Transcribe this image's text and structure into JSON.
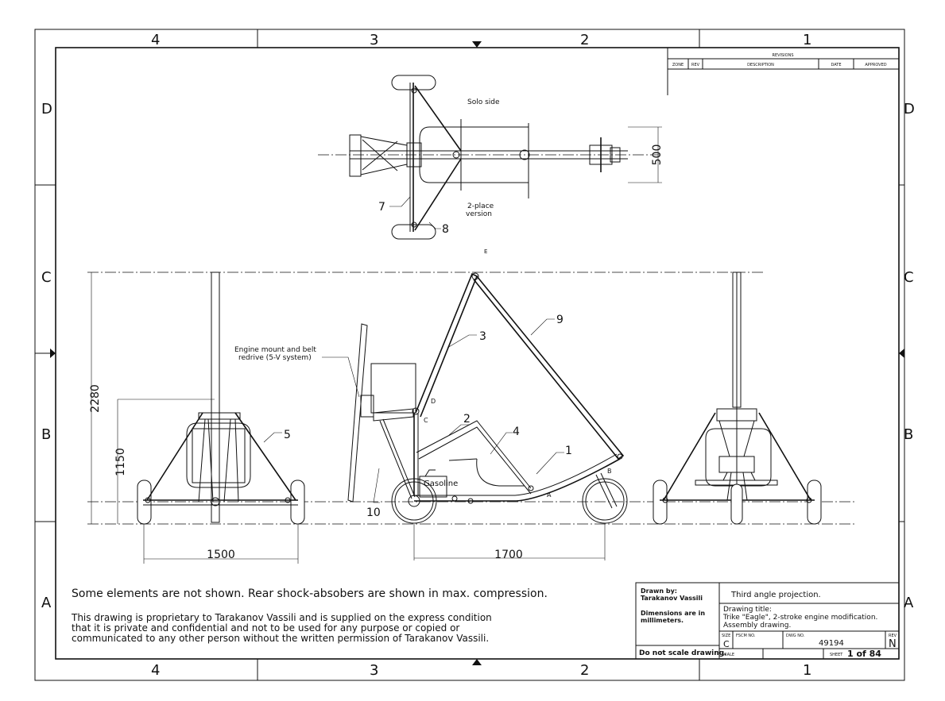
{
  "frame": {
    "top_zones": [
      "4",
      "3",
      "2",
      "1"
    ],
    "bottom_zones": [
      "4",
      "3",
      "2",
      "1"
    ],
    "left_zones": [
      "D",
      "C",
      "B",
      "A"
    ],
    "right_zones": [
      "D",
      "C",
      "B",
      "A"
    ]
  },
  "revisions": {
    "title": "REVISIONS",
    "columns": [
      "ZONE",
      "REV",
      "DESCRIPTION",
      "DATE",
      "APPROVED"
    ]
  },
  "top_view": {
    "label_solo": "Solo side",
    "label_2place_line1": "2-place",
    "label_2place_line2": "version",
    "label_e": "E",
    "dim_width": "500",
    "callouts": [
      "7",
      "8"
    ]
  },
  "side_view": {
    "engine_note_line1": "Engine mount and belt",
    "engine_note_line2": "redrive (5-V system)",
    "tank_label": "Gasoline",
    "points": [
      "A",
      "B",
      "C",
      "D"
    ],
    "callouts": [
      "1",
      "2",
      "3",
      "4",
      "9",
      "10"
    ],
    "dim_wheelbase": "1700"
  },
  "rear_view": {
    "dim_height_total": "2280",
    "dim_height_seat": "1150",
    "dim_track": "1500",
    "callouts": [
      "5"
    ]
  },
  "notes": {
    "line1": "Some elements are not shown. Rear shock-absobers are shown in max. compression.",
    "prop1": "This drawing is proprietary to Tarakanov Vassili and is supplied on the express condition",
    "prop2": "that it is private and confidential and not to be used for any purpose or copied or",
    "prop3": "communicated to any other person without the written permission of Tarakanov Vassili."
  },
  "title_block": {
    "drawn_by_label": "Drawn by:",
    "drawn_by_name": "Tarakanov Vassili",
    "dims_line1": "Dimensions are in",
    "dims_line2": "millimeters.",
    "projection": "Third angle projection.",
    "drawing_title_label": "Drawing title:",
    "title_line1": "Trike \"Eagle\", 2-stroke engine modification.",
    "title_line2": "Assembly drawing.",
    "size_label": "SIZE",
    "size_value": "C",
    "fscm_label": "FSCM NO.",
    "dwg_label": "DWG NO.",
    "dwg_value": "49194",
    "rev_label": "REV",
    "rev_value": "N",
    "no_scale": "Do not scale drawing.",
    "scale_label": "SCALE",
    "sheet_label": "SHEET",
    "sheet_value": "1 of 84"
  }
}
